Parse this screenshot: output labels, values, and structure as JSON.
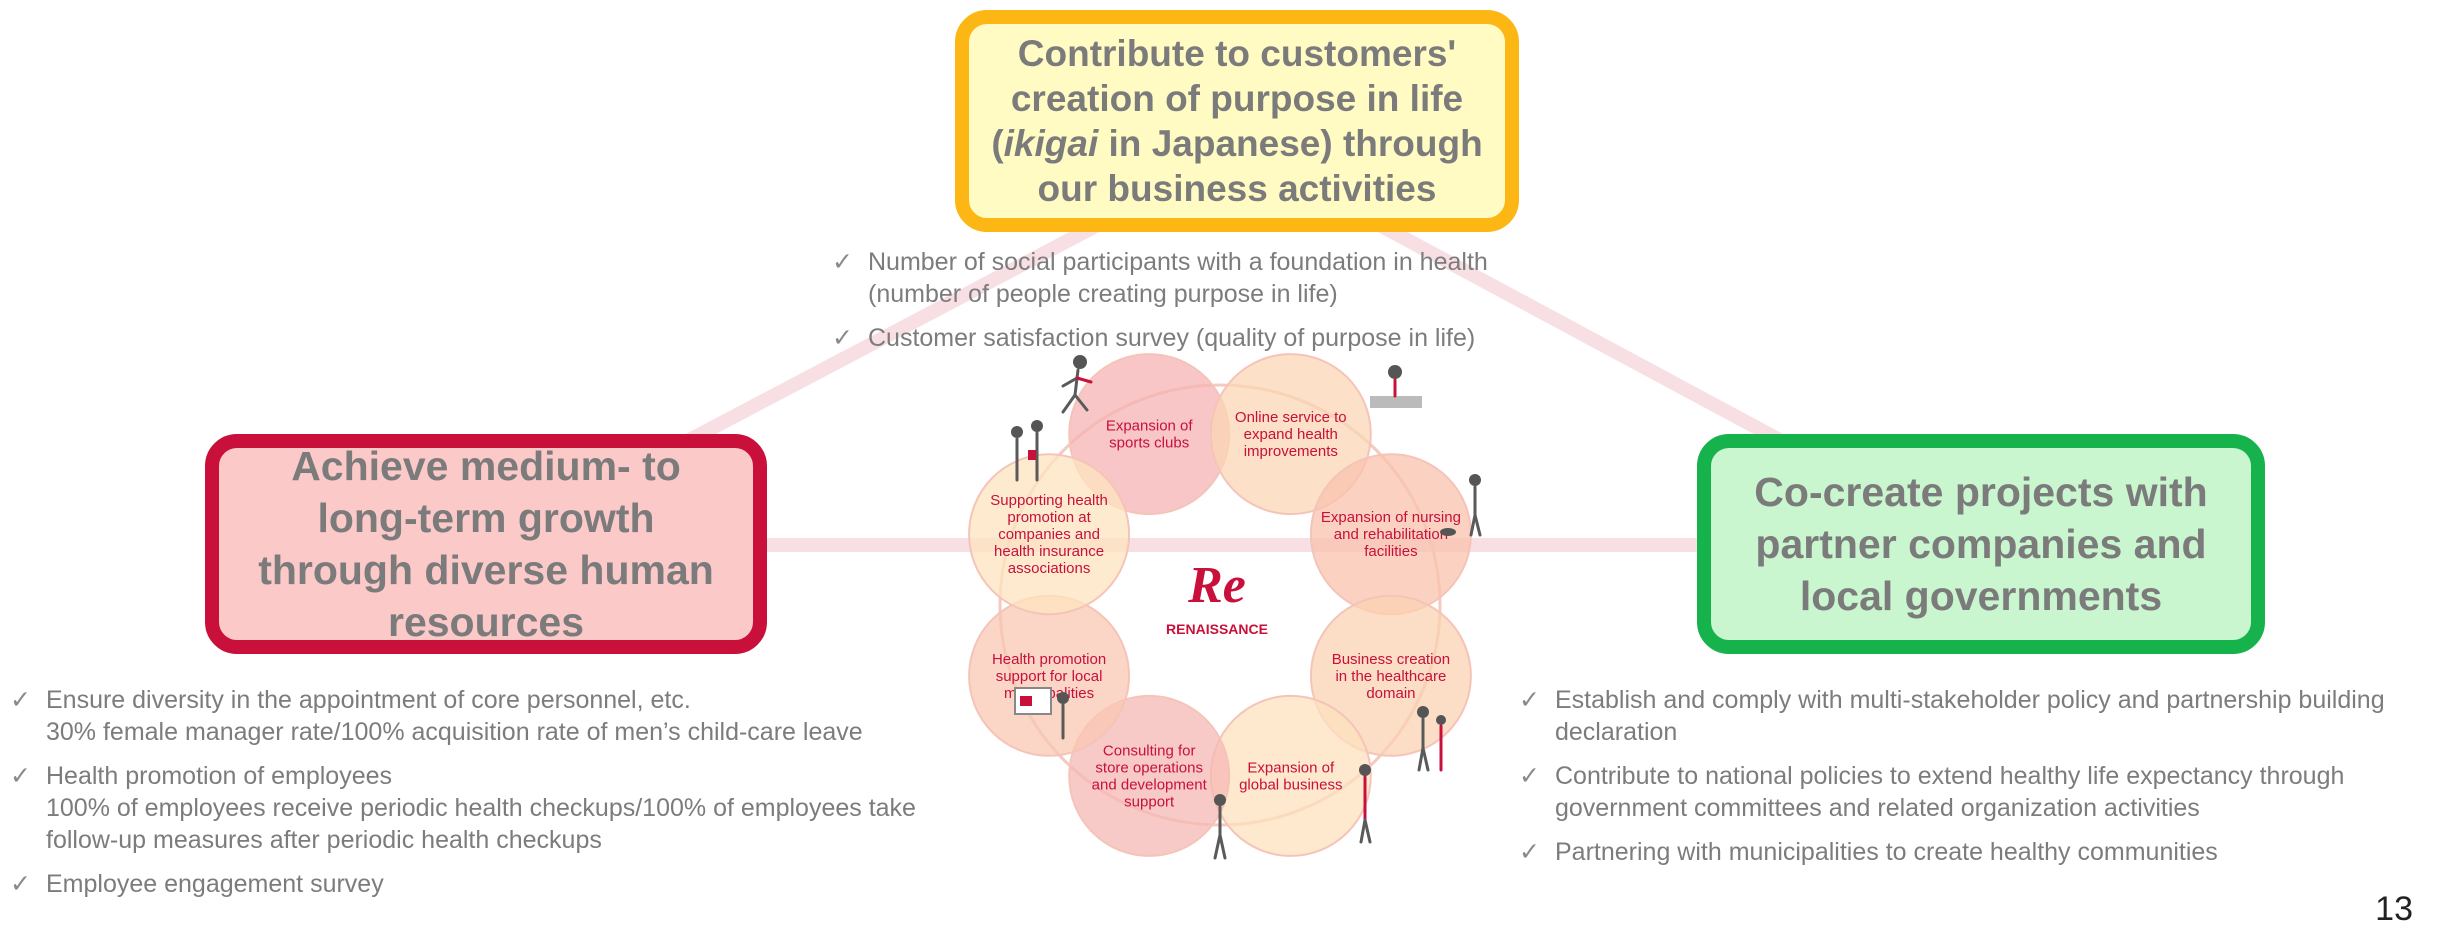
{
  "goals": {
    "top": {
      "lines": [
        "Contribute to customers'",
        "creation of purpose in life"
      ],
      "em": "ikigai",
      "line3_rest": " in Japanese) through",
      "line4": "our business activities",
      "line3_prefix": "("
    },
    "left": {
      "lines": [
        "Achieve medium- to",
        "long-term growth",
        "through diverse human",
        "resources"
      ]
    },
    "right": {
      "lines": [
        "Co-create projects with",
        "partner companies and",
        "local governments"
      ]
    }
  },
  "indicators": {
    "top": [
      {
        "text": "Number of social participants with a foundation in health",
        "sub": "(number of people creating purpose in life)"
      },
      {
        "text": "Customer satisfaction survey (quality of purpose in life)",
        "sub": ""
      }
    ],
    "left": [
      {
        "text": "Ensure diversity in the appointment of core personnel, etc.",
        "sub": "30% female manager rate/100% acquisition rate of men’s child-care leave"
      },
      {
        "text": "Health promotion of employees",
        "sub": "100% of employees receive periodic health checkups/100% of employees take follow-up measures after periodic health checkups"
      },
      {
        "text": "Employee engagement survey",
        "sub": ""
      }
    ],
    "right": [
      {
        "text": "Establish and comply with multi-stakeholder policy and partnership building declaration",
        "sub": ""
      },
      {
        "text": "Contribute to national policies to extend healthy life expectancy through government committees and related organization activities",
        "sub": ""
      },
      {
        "text": "Partnering with municipalities to create healthy communities",
        "sub": ""
      }
    ],
    "check_glyph": "✓"
  },
  "businesses": [
    {
      "lines": [
        "Expansion of",
        "sports clubs"
      ],
      "color": "#f6b3b3"
    },
    {
      "lines": [
        "Online service to",
        "expand health",
        "improvements"
      ],
      "color": "#fbd6b4"
    },
    {
      "lines": [
        "Expansion of nursing",
        "and rehabilitation",
        "facilities"
      ],
      "color": "#f9c3ae"
    },
    {
      "lines": [
        "Business creation",
        "in the healthcare",
        "domain"
      ],
      "color": "#fbd2b2"
    },
    {
      "lines": [
        "Expansion of",
        "global business"
      ],
      "color": "#fde0bd"
    },
    {
      "lines": [
        "Consulting for",
        "store operations",
        "and development",
        "support"
      ],
      "color": "#f6b8b4"
    },
    {
      "lines": [
        "Health promotion",
        "support for local",
        "municipalities"
      ],
      "color": "#f9c7b3"
    },
    {
      "lines": [
        "Supporting health",
        "promotion at",
        "companies and",
        "health insurance",
        "associations"
      ],
      "color": "#fde4bf"
    }
  ],
  "logo": {
    "word": "RENAISSANCE",
    "mark": "Re"
  },
  "page_number": "13",
  "colors": {
    "top_border": "#fcb714",
    "left_border": "#c8103b",
    "right_border": "#16b24b",
    "triangle": "#f7dfe3"
  }
}
